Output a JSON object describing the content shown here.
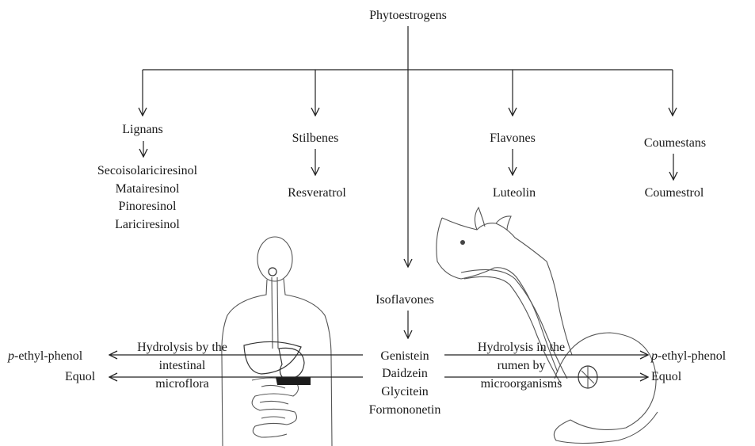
{
  "root": "Phytoestrogens",
  "lignans": {
    "title": "Lignans",
    "items": [
      "Secoisolariciresinol",
      "Matairesinol",
      "Pinoresinol",
      "Lariciresinol"
    ]
  },
  "stilbenes": {
    "title": "Stilbenes",
    "item": "Resveratrol"
  },
  "flavones": {
    "title": "Flavones",
    "item": "Luteolin"
  },
  "coumestans": {
    "title": "Coumestans",
    "item": "Coumestrol"
  },
  "isoflavones": {
    "title": "Isoflavones",
    "items": [
      "Genistein",
      "Daidzein",
      "Glycitein",
      "Formononetin"
    ]
  },
  "human": {
    "label_lines": [
      "Hydrolysis by the",
      "intestinal",
      "microflora"
    ],
    "product1_prefix": "p",
    "product1_rest": "-ethyl-phenol",
    "product2": "Equol"
  },
  "cow": {
    "label_lines": [
      "Hydrolysis in the",
      "rumen by",
      "microorganisms"
    ],
    "product1_prefix": "p",
    "product1_rest": "-ethyl-phenol",
    "product2": "Equol"
  }
}
